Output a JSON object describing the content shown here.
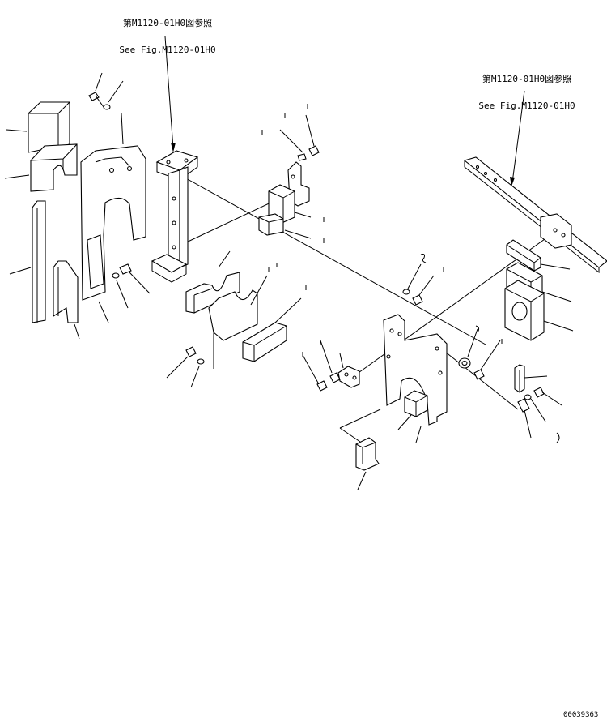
{
  "references": {
    "top": {
      "line1": "第M1120-01H0図参照",
      "line2": "See Fig.M1120-01H0"
    },
    "right": {
      "line1": "第M1120-01H0図参照",
      "line2": "See Fig.M1120-01H0"
    }
  },
  "drawing_number": "00039363"
}
